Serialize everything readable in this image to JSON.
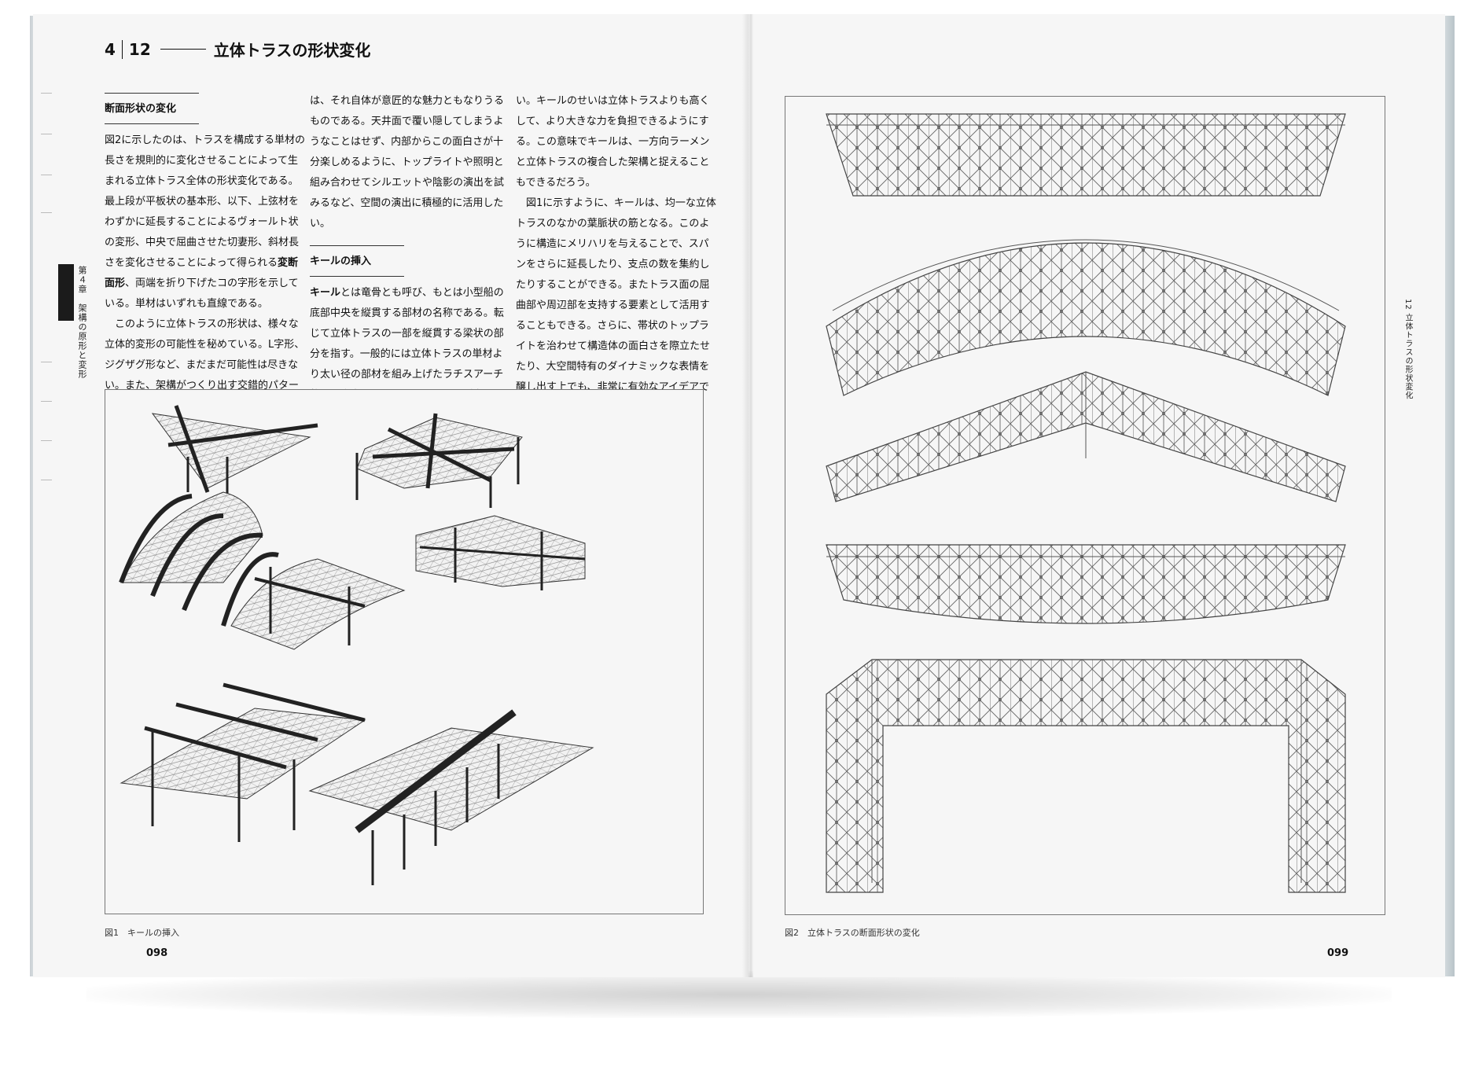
{
  "header": {
    "chapter": "4",
    "section": "12",
    "title": "立体トラスの形状変化"
  },
  "sidebar_left": {
    "chapter": "第４章",
    "chapter_title": "架構の原形と変形"
  },
  "sidebar_right": {
    "label": "12 立体トラスの形状変化"
  },
  "col1": {
    "heading": "断面形状の変化",
    "p1": "図2に示したのは、トラスを構成する単材の長さを規則的に変化させることによって生まれる立体トラス全体の形状変化である。最上段が平板状の基本形、以下、上弦材をわずかに延長することによるヴォールト状の変形、中央で屈曲させた切妻形、斜材長さを変化させることによって得られる",
    "p1_bold": "変断面形",
    "p1_end": "、両端を折り下げたコの字形を示している。単材はいずれも直線である。",
    "p2": "このように立体トラスの形状は、様々な立体的変形の可能性を秘めている。L字形、ジグザグ形など、まだまだ可能性は尽きない。また、架構がつくり出す交錯的パターン"
  },
  "col2": {
    "p1": "は、それ自体が意匠的な魅力ともなりうるものである。天井面で覆い隠してしまうようなことはせず、内部からこの面白さが十分楽しめるように、トップライトや照明と組み合わせてシルエットや陰影の演出を試みるなど、空間の演出に積極的に活用したい。",
    "heading": "キールの挿入",
    "p2_bold": "キール",
    "p2": "とは竜骨とも呼び、もとは小型船の底部中央を縦貫する部材の名称である。転じて立体トラスの一部を縦貫する梁状の部分を指す。一般的には立体トラスの単材より太い径の部材を組み上げたラチスアーチ状の一方向ラーメンを用いることが多"
  },
  "col3": {
    "p1": "い。キールのせいは立体トラスよりも高くして、より大きな力を負担できるようにする。この意味でキールは、一方向ラーメンと立体トラスの複合した架構と捉えることもできるだろう。",
    "p2": "図1に示すように、キールは、均一な立体トラスのなかの葉脈状の筋となる。このように構造にメリハリを与えることで、スパンをさらに延長したり、支点の数を集約したりすることができる。またトラス面の屈曲部や周辺部を支持する要素として活用することもできる。さらに、帯状のトップライトを治わせて構造体の面白さを際立たせたり、大空間特有のダイナミックな表情を醸し出す上でも、非常に有効なアイデアである。"
  },
  "figure1": {
    "caption": "図1　キールの挿入"
  },
  "figure2": {
    "caption": "図2　立体トラスの断面形状の変化"
  },
  "page_numbers": {
    "left": "098",
    "right": "099"
  }
}
